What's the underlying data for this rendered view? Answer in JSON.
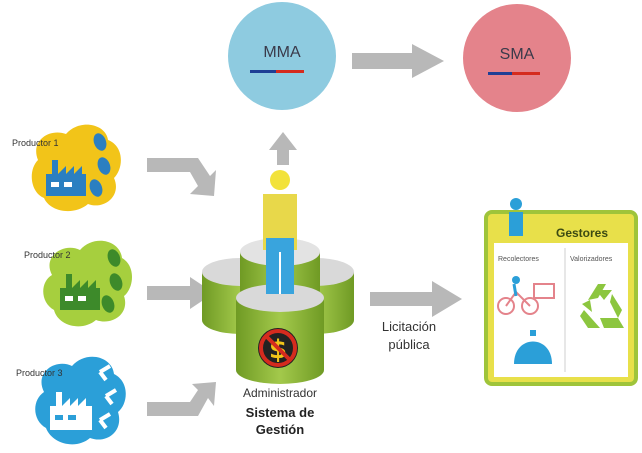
{
  "agencies": {
    "mma": {
      "label": "MMA"
    },
    "sma": {
      "label": "SMA"
    }
  },
  "producers": [
    {
      "label": "Productor 1"
    },
    {
      "label": "Productor 2"
    },
    {
      "label": "Productor 3"
    }
  ],
  "admin": {
    "line1": "Administrador",
    "line2": "Sistema de Gestión"
  },
  "tender": {
    "label": "Licitación pública"
  },
  "managers": {
    "title": "Gestores",
    "collectors": "Recolectores",
    "valorizers": "Valorizadores"
  },
  "colors": {
    "mma_circle": "#8ecbe0",
    "sma_circle": "#e4838b",
    "arrow_gray": "#b8b8b8",
    "producer1": "#f2c419",
    "producer2": "#a6cf3e",
    "producer3": "#2b9fd8",
    "cylinder_green": "#8fb83a",
    "gestores_yellow": "#e8e04a",
    "gestores_border": "#9fc43a",
    "recycle_green": "#8cc63f",
    "flag_blue": "#1f3f95",
    "flag_red": "#d52b1e"
  }
}
